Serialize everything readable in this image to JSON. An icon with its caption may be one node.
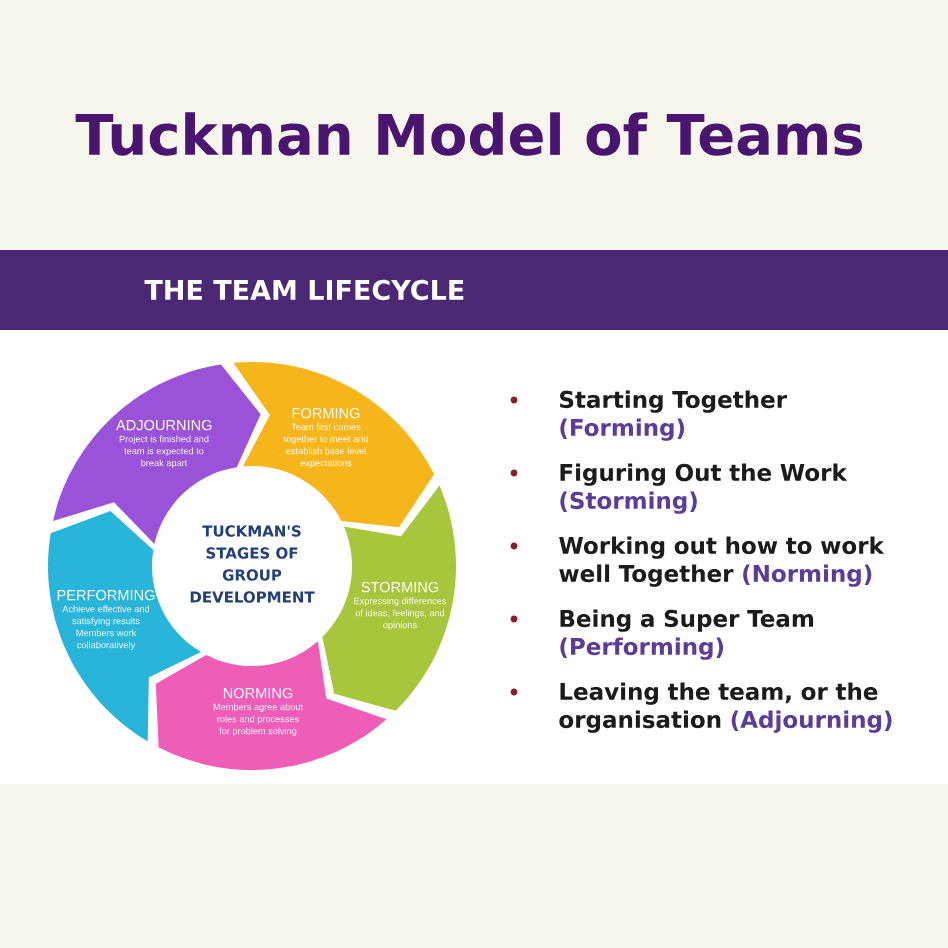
{
  "diagram": {
    "title": "Tuckman Model of Teams",
    "nodes": [
      {
        "text": [
          "THE TEAM LIFECYCLE"
        ]
      },
      {
        "text": [
          "FORMING",
          "Team first comes together to meet and establish base level expectations"
        ]
      },
      {
        "text": [
          "STORMING",
          "Expressing differences of ideas, feelings, and opinions"
        ]
      },
      {
        "text": [
          "NORMING",
          "Members agree about roles and processes for problem solving"
        ]
      },
      {
        "text": [
          "PERFORMING",
          "Achieve effective and satisfying results Members work collaboratively"
        ]
      },
      {
        "text": [
          "ADJOURNING",
          "Project is finished and team is expected to break apart"
        ]
      },
      {
        "text": [
          "TUCKMAN'S STAGES OF GROUP DEVELOPMENT"
        ]
      }
    ],
    "labels": [
      "Starting Together",
      "(Forming)",
      "Figuring Out the Work",
      "(Storming)",
      "Working out how to work well Together",
      "(Norming)",
      "Being a Super Team",
      "(Performing)",
      "Leaving the team, or the organisation",
      "(Adjourning)"
    ]
  }
}
